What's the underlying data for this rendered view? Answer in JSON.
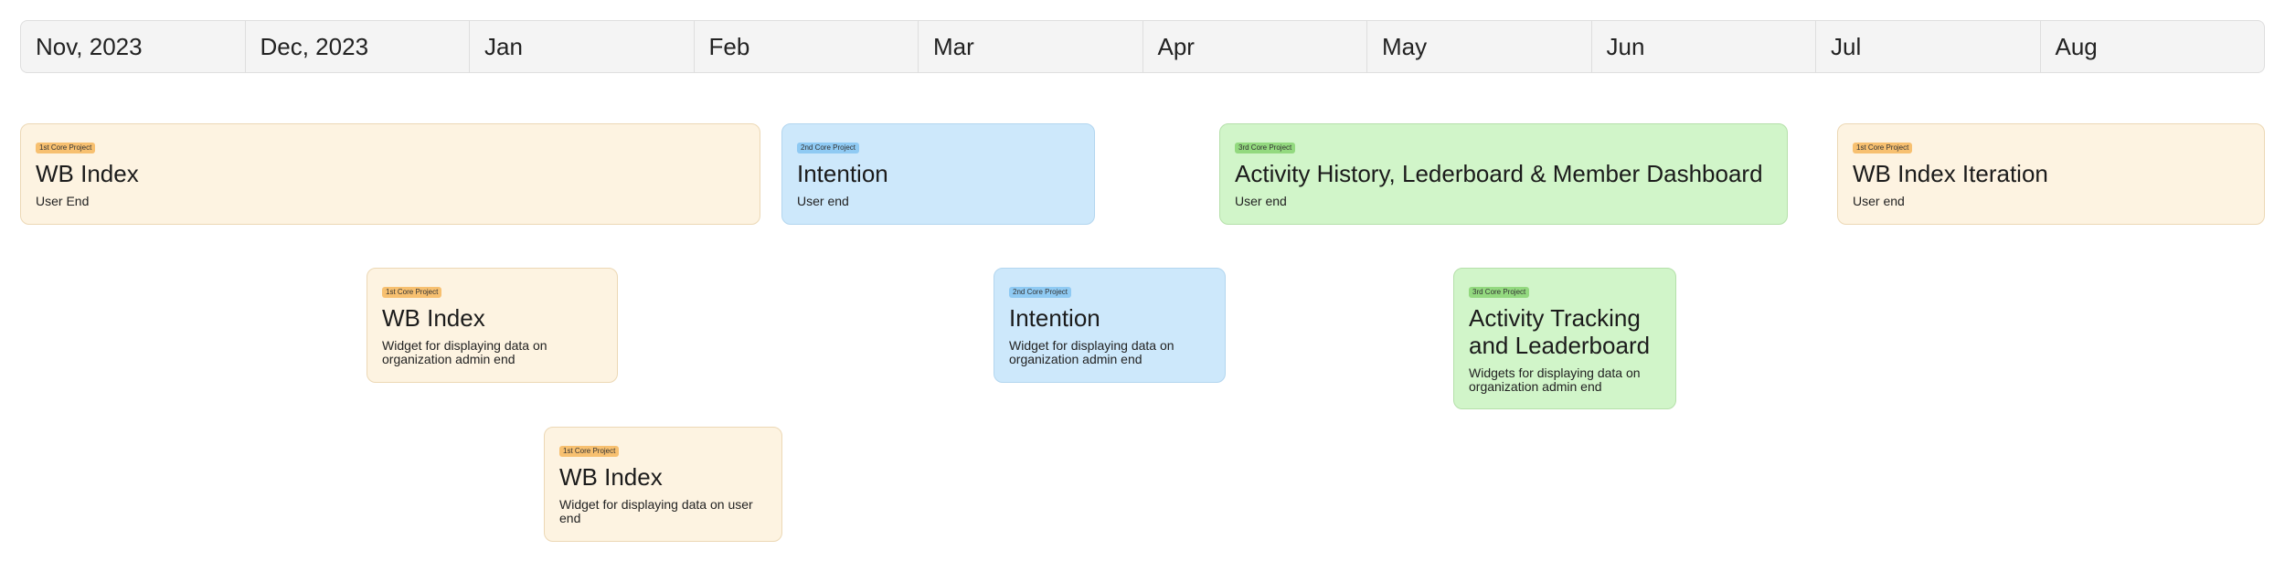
{
  "timeline": {
    "months": [
      "Nov, 2023",
      "Dec, 2023",
      "Jan",
      "Feb",
      "Mar",
      "Apr",
      "May",
      "Jun",
      "Jul",
      "Aug"
    ]
  },
  "colors": {
    "core_1": "#fdf3e1",
    "core_2": "#cde8fb",
    "core_3": "#d1f5c9"
  },
  "cards": [
    {
      "badge": "1st Core Project",
      "title": "WB Index",
      "description": "User End"
    },
    {
      "badge": "2nd Core Project",
      "title": "Intention",
      "description": "User end"
    },
    {
      "badge": "3rd Core Project",
      "title": "Activity History, Lederboard & Member Dashboard",
      "description": "User end"
    },
    {
      "badge": "1st Core Project",
      "title": "WB Index Iteration",
      "description": "User end"
    },
    {
      "badge": "1st Core Project",
      "title": "WB Index",
      "description": "Widget for displaying data on organization admin end"
    },
    {
      "badge": "2nd Core Project",
      "title": "Intention",
      "description": "Widget for displaying data on organization admin end"
    },
    {
      "badge": "3rd Core Project",
      "title": "Activity Tracking and Leaderboard",
      "description": "Widgets for displaying data on organization admin end"
    },
    {
      "badge": "1st Core Project",
      "title": "WB Index",
      "description": "Widget for displaying data on user end"
    }
  ]
}
